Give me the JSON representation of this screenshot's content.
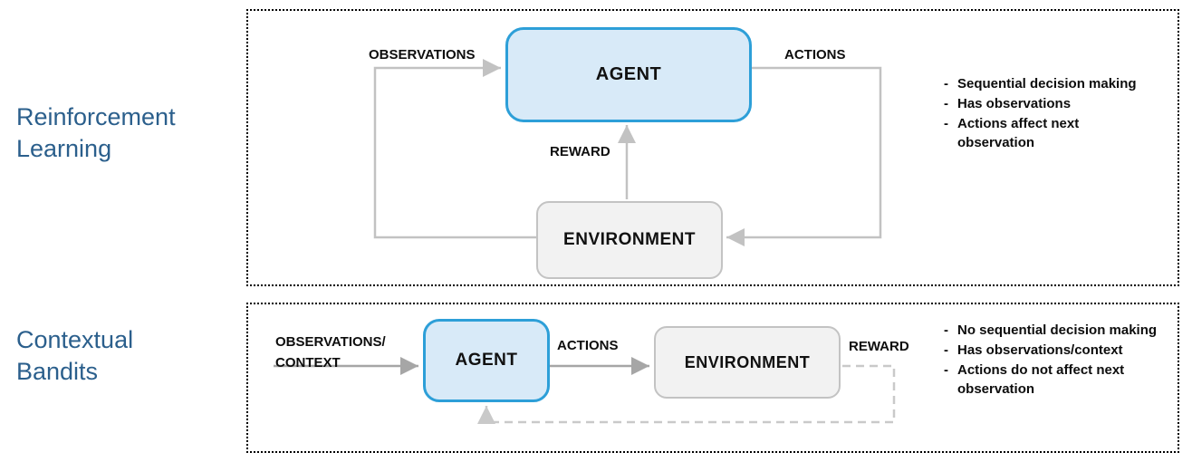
{
  "panels": [
    {
      "title": "Reinforcement Learning",
      "boxes": {
        "agent": "AGENT",
        "environment": "ENVIRONMENT"
      },
      "labels": {
        "observations": "OBSERVATIONS",
        "actions": "ACTIONS",
        "reward": "REWARD"
      },
      "bullets": [
        "Sequential decision making",
        "Has observations",
        "Actions affect next observation"
      ]
    },
    {
      "title": "Contextual Bandits",
      "boxes": {
        "agent": "AGENT",
        "environment": "ENVIRONMENT"
      },
      "labels": {
        "observations_line1": "OBSERVATIONS/",
        "observations_line2": "CONTEXT",
        "actions": "ACTIONS",
        "reward": "REWARD"
      },
      "bullets": [
        "No sequential decision making",
        "Has observations/context",
        "Actions do not affect next observation"
      ]
    }
  ],
  "colors": {
    "title_text": "#2B5F8C",
    "agent_fill": "#D8EAF8",
    "agent_border": "#2D9FD8",
    "environment_fill": "#F2F2F2",
    "environment_border": "#C3C3C3",
    "arrow_top": "#C2C2C2",
    "arrow_bottom": "#A6A6A6",
    "arrow_dashed": "#C9C9C9",
    "panel_border": "#000000"
  }
}
